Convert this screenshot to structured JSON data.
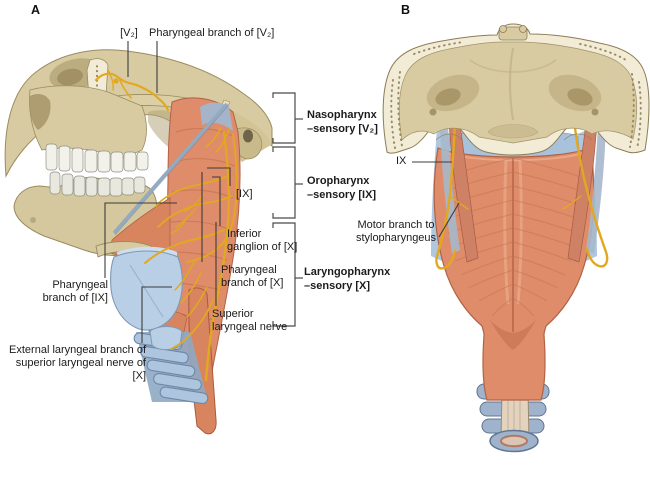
{
  "figure": {
    "panel_a": {
      "letter": "A",
      "labels": {
        "v2": "[V₂]",
        "pharyngeal_branch_v2": "Pharyngeal branch of [V₂]",
        "ix": "[IX]",
        "inferior_ganglion_x": "Inferior\nganglion of [X]",
        "pharyngeal_branch_x": "Pharyngeal\nbranch of [X]",
        "superior_laryngeal_nerve": "Superior\nlaryngeal nerve",
        "pharyngeal_branch_ix": "Pharyngeal\nbranch of [IX]",
        "external_laryngeal_branch": "External laryngeal branch of\nsuperior laryngeal nerve of [X]"
      },
      "region_brackets": [
        {
          "name": "Nasopharynx",
          "sensory": "–sensory [V₂]"
        },
        {
          "name": "Oropharynx",
          "sensory": "–sensory [IX]"
        },
        {
          "name": "Laryngopharynx",
          "sensory": "–sensory [X]"
        }
      ]
    },
    "panel_b": {
      "letter": "B",
      "labels": {
        "ix": "IX",
        "motor_branch": "Motor branch to\nstylopharyngeus"
      }
    }
  },
  "palette": {
    "background": "#ffffff",
    "bone": "#d8cba1",
    "bone_cut_light": "#f2ecd6",
    "bone_shadow": "#b3a377",
    "muscle": "#de8c6a",
    "muscle_dark": "#b06246",
    "nerve_yellow": "#e2a81f",
    "cartilage_blue": "#b9cfe6",
    "trachea_blue": "#9fb4cc",
    "leader_line": "#3c3c3c",
    "text": "#1b1b1b"
  }
}
